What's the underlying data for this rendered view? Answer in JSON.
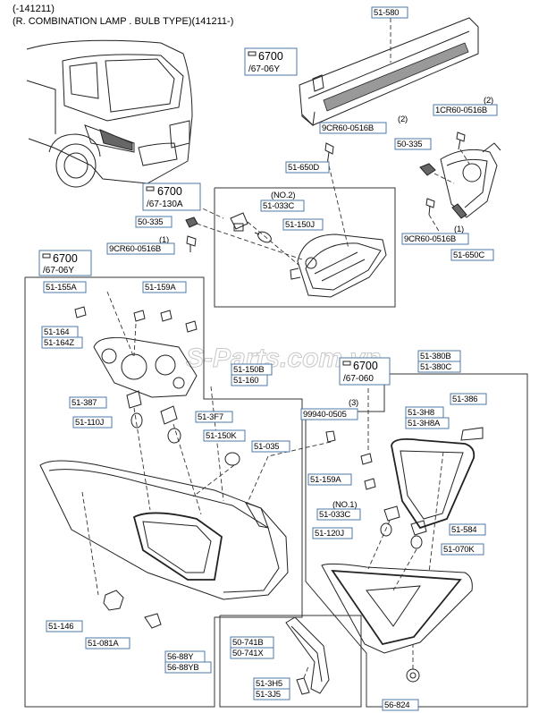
{
  "header": {
    "line1": "(-141211)",
    "line2": "(R. COMBINATION LAMP . BULB TYPE)(141211-)"
  },
  "watermark": "S-Parts.com.vn",
  "colors": {
    "label_border": "#4d78a8",
    "line": "#222222",
    "watermark": "#c8c8c8"
  },
  "references": [
    {
      "code": "6700",
      "sub": "/67-06Y"
    },
    {
      "code": "6700",
      "sub": "/67-130A"
    },
    {
      "code": "6700",
      "sub": "/67-06Y"
    },
    {
      "code": "6700",
      "sub": "/67-060"
    }
  ],
  "quantities": [
    "(2)",
    "(2)",
    "(NO.2)",
    "(1)",
    "(1)",
    "(3)",
    "(NO.1)"
  ],
  "parts": [
    "51-580",
    "9CR60-0516B",
    "1CR60-0516B",
    "50-335",
    "51-650D",
    "51-033C",
    "51-150J",
    "50-335",
    "9CR60-0516B",
    "9CR60-0516B",
    "51-650C",
    "51-155A",
    "51-159A",
    "51-164",
    "51-164Z",
    "51-150B",
    "51-160",
    "51-387",
    "51-3F7",
    "51-110J",
    "51-150K",
    "51-035",
    "99940-0505",
    "51-159A",
    "51-380B",
    "51-380C",
    "51-386",
    "51-3H8",
    "51-3H8A",
    "51-033C",
    "51-584",
    "51-120J",
    "51-070K",
    "51-146",
    "51-081A",
    "50-741B",
    "50-741X",
    "56-88Y",
    "56-88YB",
    "51-3H5",
    "51-3J5",
    "56-824"
  ]
}
